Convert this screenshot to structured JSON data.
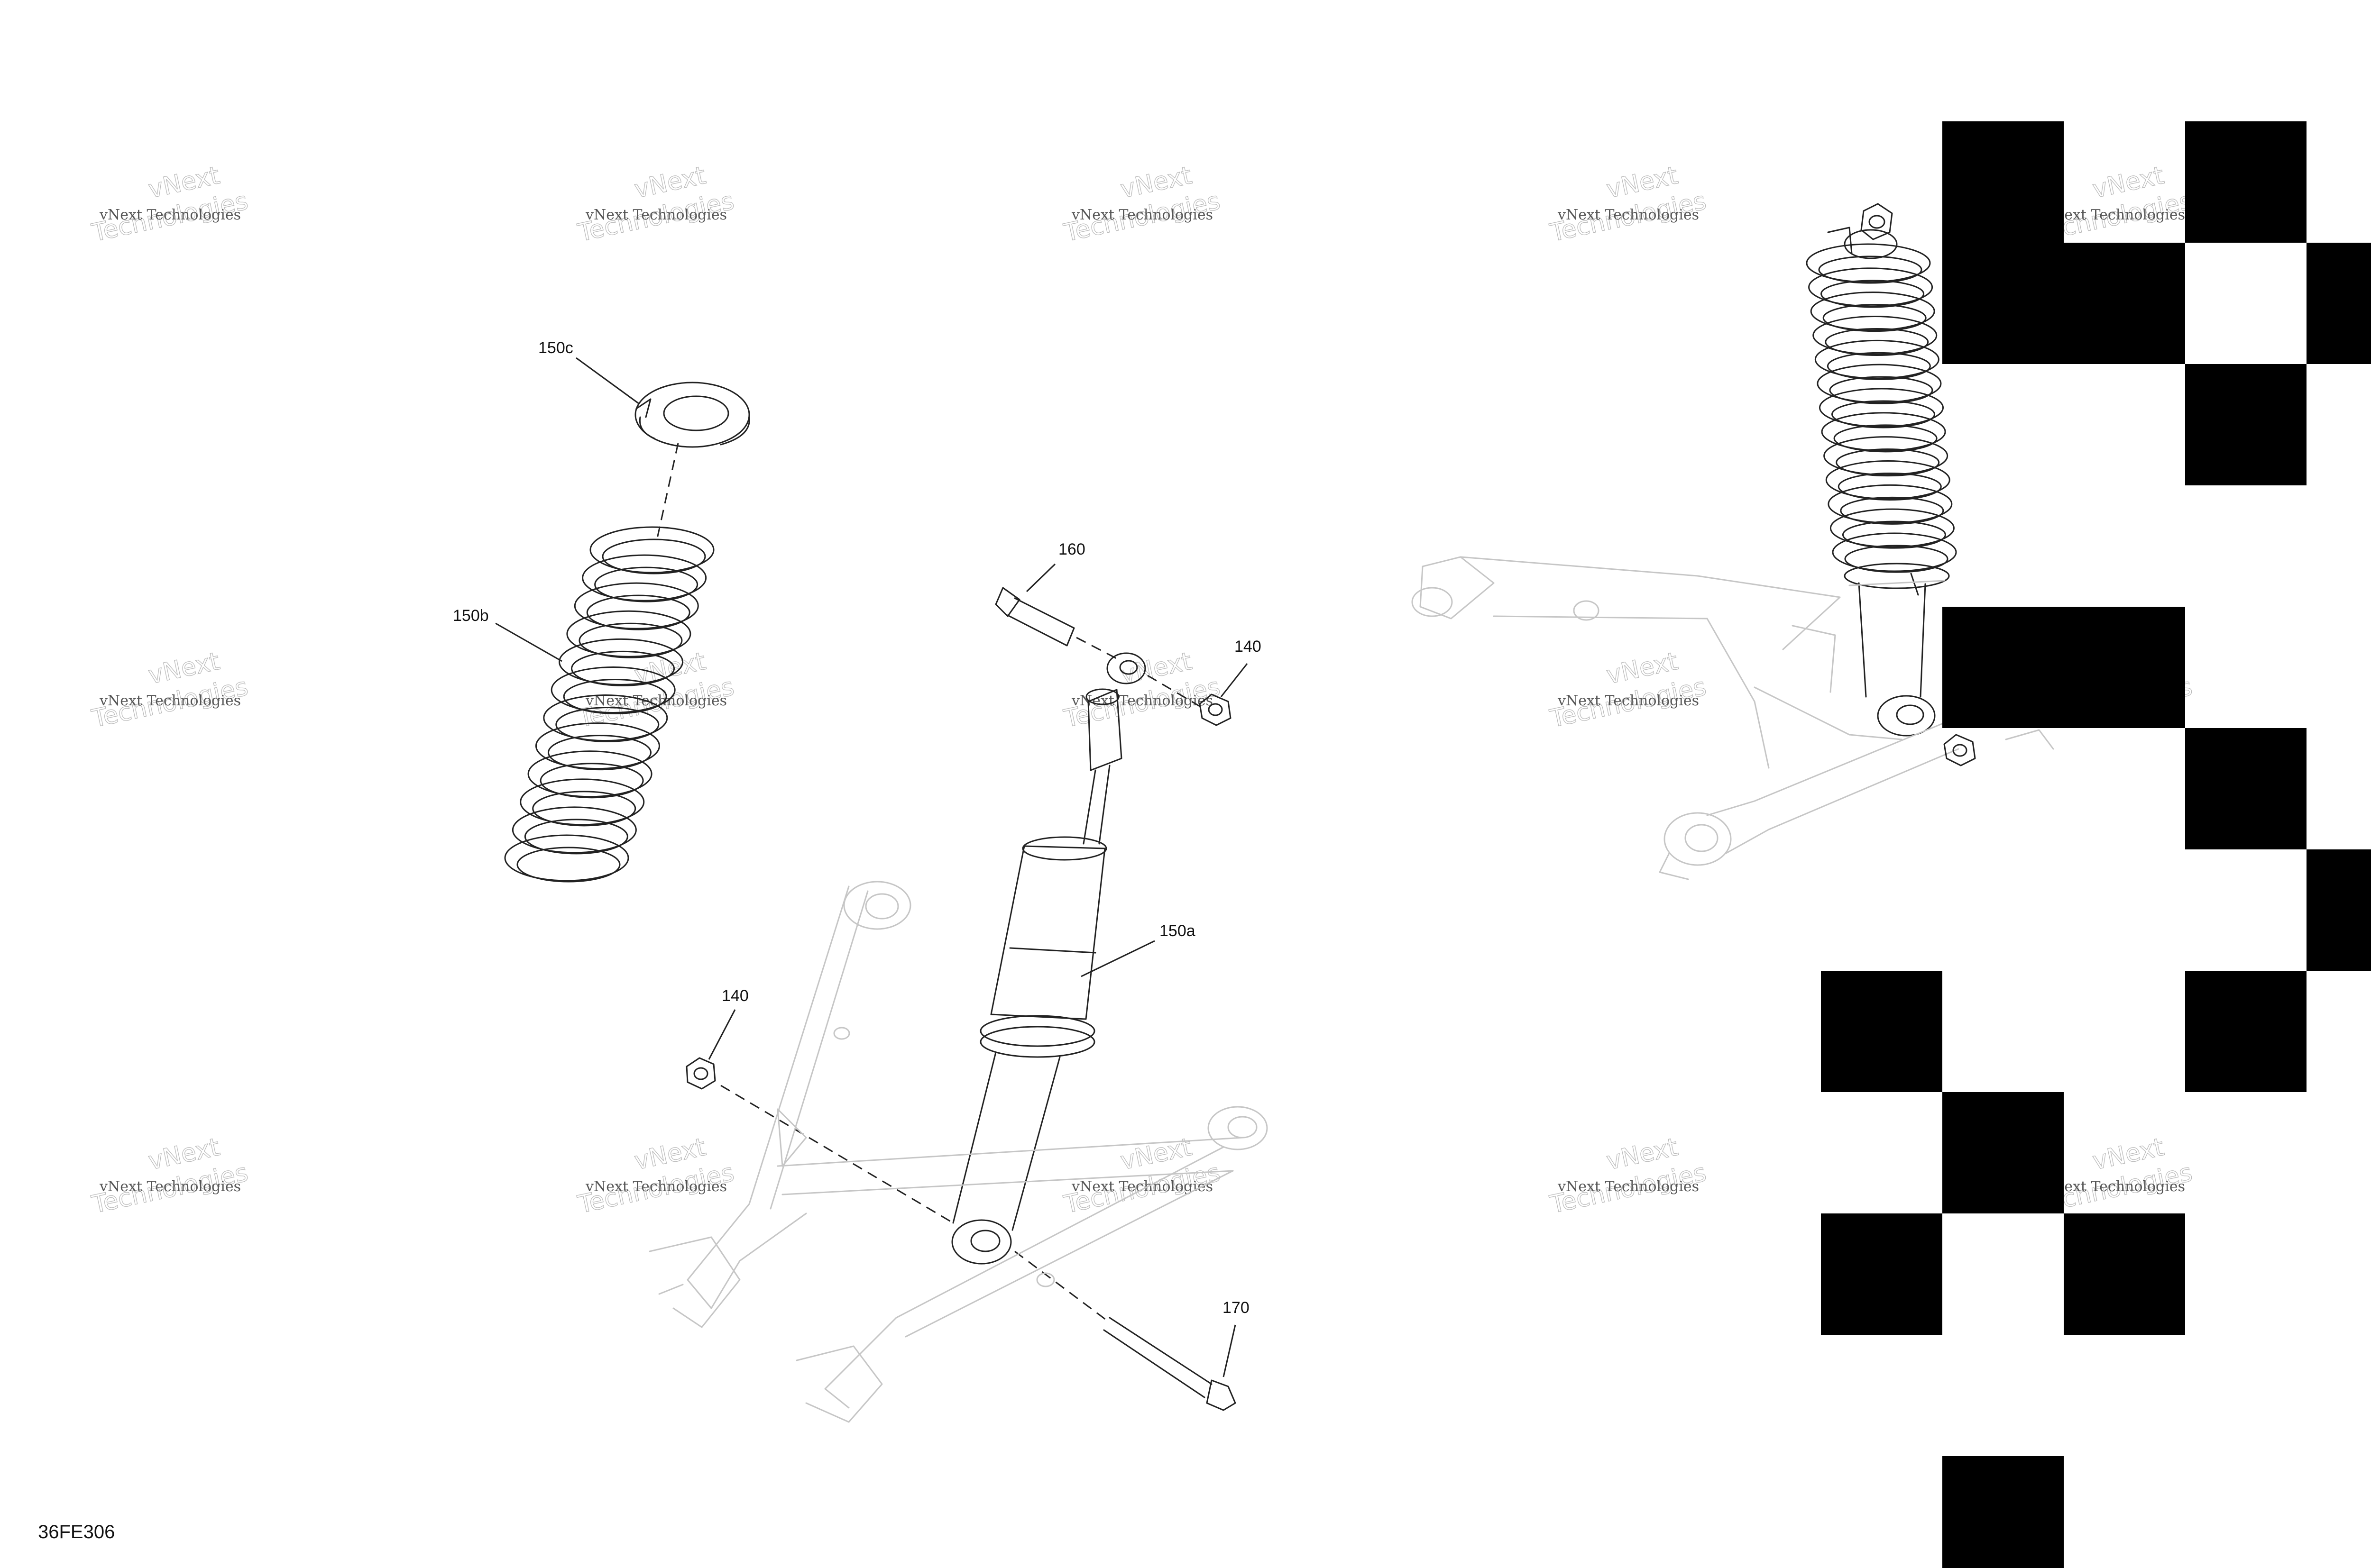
{
  "diagram": {
    "callouts": [
      {
        "id": "150c",
        "text": "150c"
      },
      {
        "id": "150b",
        "text": "150b"
      },
      {
        "id": "160",
        "text": "160"
      },
      {
        "id": "140-top",
        "text": "140"
      },
      {
        "id": "150a",
        "text": "150a"
      },
      {
        "id": "140-left",
        "text": "140"
      },
      {
        "id": "170",
        "text": "170"
      }
    ],
    "drawing_code": "36FE306",
    "watermark": {
      "line1": "vNext Technologies",
      "line2": "vNext",
      "line3": "Technologies"
    }
  }
}
